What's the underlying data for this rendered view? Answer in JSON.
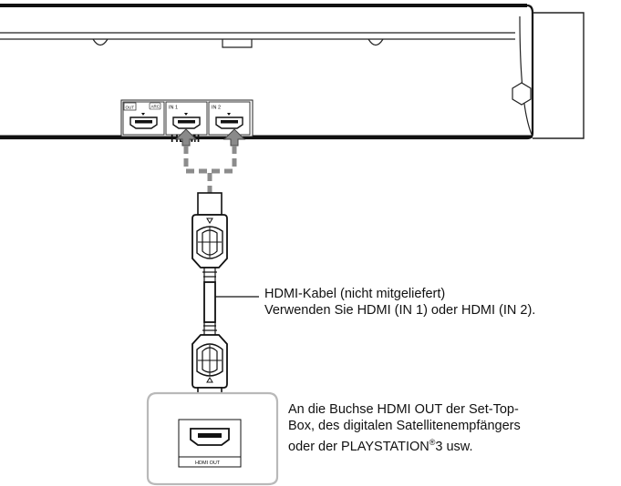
{
  "device": {
    "port_labels": [
      "OUT",
      "ARC",
      "IN 1",
      "IN 2"
    ],
    "logo_text": "HDMI"
  },
  "settop": {
    "port_label": "HDMI OUT"
  },
  "callouts": {
    "cable": {
      "line1": "HDMI-Kabel (nicht mitgeliefert)",
      "line2": "Verwenden Sie HDMI (IN 1) oder HDMI (IN 2)."
    },
    "settop": {
      "line1": "An die Buchse HDMI OUT der Set-Top-",
      "line2": "Box, des digitalen Satellitenempfängers",
      "line3_before": "oder der PLAYSTATION",
      "line3_reg": "®",
      "line3_after": "3 usw."
    }
  },
  "colors": {
    "device_fill": "#ffffff",
    "gray_dashed": "#8c8c8c",
    "arrow_gray": "#8a8a8a",
    "settop_frame": "#b9b9b9"
  }
}
